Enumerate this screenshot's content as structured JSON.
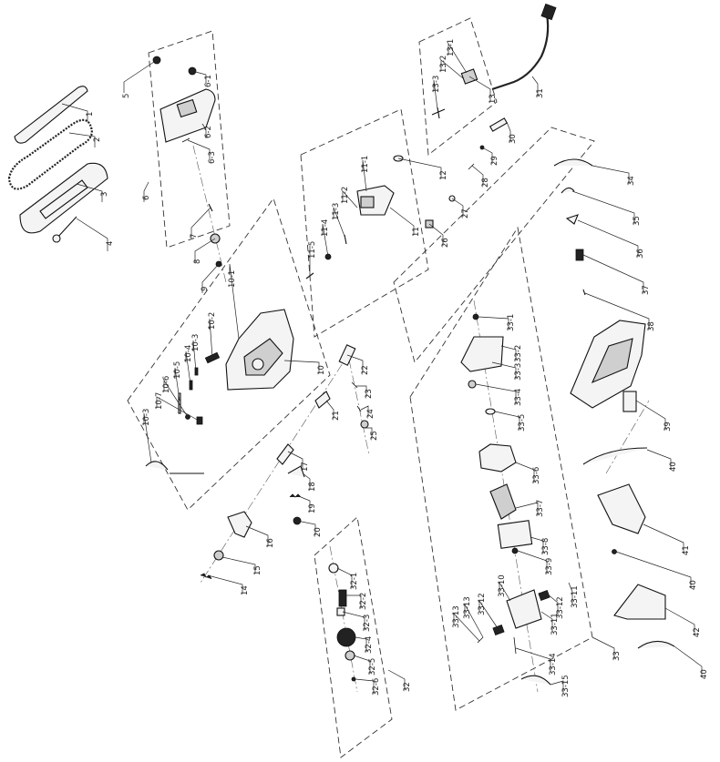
{
  "labels": {
    "l1": "1",
    "l2": "2",
    "l3": "3",
    "l4": "4",
    "l5": "5",
    "l6": "6",
    "l6_1": "6-1",
    "l6_2": "6-2",
    "l6_3": "6-3",
    "l7": "7",
    "l8": "8",
    "l9": "9",
    "l10": "10",
    "l10_1": "10-1",
    "l10_2": "10-2",
    "l10_3a": "10-3",
    "l10_4": "10-4",
    "l10_5": "10-5",
    "l10_6": "10-6",
    "l10_7": "10-7",
    "l10_3b": "10-3",
    "l11": "11",
    "l11_1": "11-1",
    "l11_2": "11-2",
    "l11_3": "11-3",
    "l11_4": "11-4",
    "l11_5": "11-5",
    "l12": "12",
    "l13": "13",
    "l13_1": "13-1",
    "l13_2": "13-2",
    "l13_3": "13-3",
    "l14": "14",
    "l15": "15",
    "l16": "16",
    "l17": "17",
    "l18": "18",
    "l19": "19",
    "l20": "20",
    "l21": "21",
    "l22": "22",
    "l23": "23",
    "l24": "24",
    "l25": "25",
    "l26": "26",
    "l27": "27",
    "l28": "28",
    "l29": "29",
    "l30": "30",
    "l31": "31",
    "l32": "32",
    "l32_1": "32-1",
    "l32_2": "32-2",
    "l32_3": "32-3",
    "l32_4": "32-4",
    "l32_5": "32-5",
    "l32_6": "32-6",
    "l33": "33",
    "l33_1": "33-1",
    "l33_2": "33-2",
    "l33_3": "33-3",
    "l33_4": "33-4",
    "l33_5": "33-5",
    "l33_6": "33-6",
    "l33_7": "33-7",
    "l33_8": "33-8",
    "l33_9": "33-9",
    "l33_10": "33-10",
    "l33_11a": "33-11",
    "l33_12a": "33-12",
    "l33_11b": "33-11",
    "l33_12b": "33-12",
    "l33_13a": "33-13",
    "l33_13b": "33-13",
    "l33_14": "33-14",
    "l33_15": "33-15",
    "l34": "34",
    "l35": "35",
    "l36": "36",
    "l37": "37",
    "l38": "38",
    "l39": "39",
    "l40a": "40",
    "l40b": "40",
    "l40c": "40",
    "l41": "41",
    "l42": "42"
  }
}
